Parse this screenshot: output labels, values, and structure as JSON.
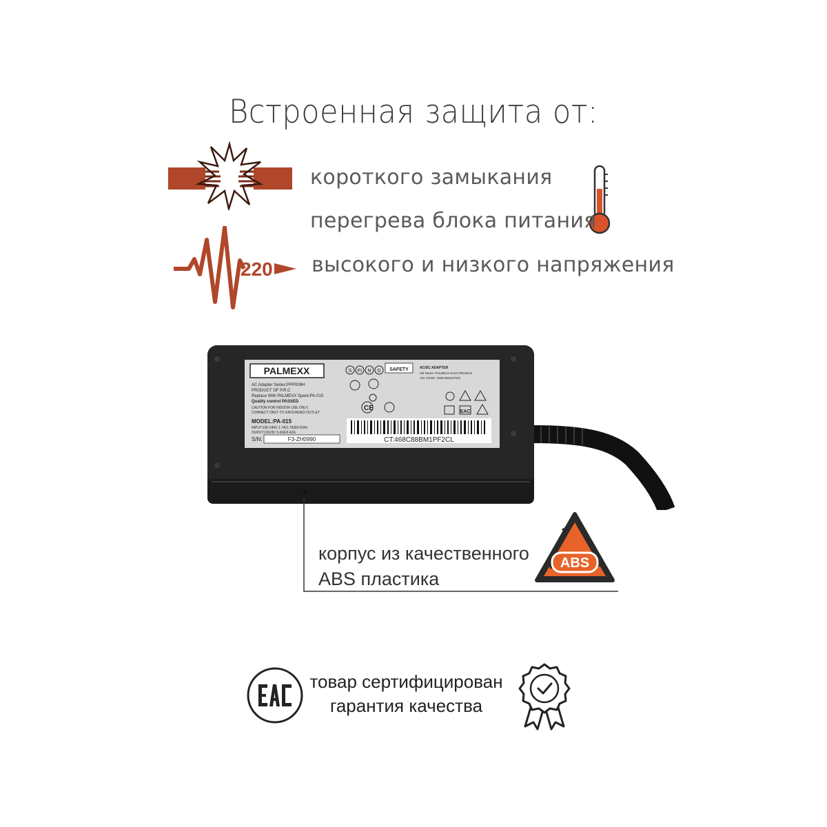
{
  "header": {
    "title": "Встроенная защита от:"
  },
  "features": [
    {
      "label": "короткого замыкания",
      "icon": "short-circuit-icon"
    },
    {
      "label": "перегрева блока питания",
      "icon": "thermometer-icon"
    },
    {
      "label": "высокого и низкого напряжения",
      "icon": "voltage-pulse-icon",
      "badge": "220"
    }
  ],
  "product": {
    "brand": "PALMEXX",
    "series": "AC Adapter Series:PPP009H",
    "origin": "PRODUCT OF P.R.C",
    "replace": "Replace With PALMEXX Spare:PA-015",
    "qc": "Quality control PASSED",
    "caution1": "CAUTION FOR INDOOR USE ONLY,",
    "caution2": "CONNECT ONLY TO GROUNDED OUTLET",
    "model": "MODEL:PA-015",
    "input": "INPUT:100-240V 1.7A(1.7A)50-60Hz",
    "output": "OUPUT:19V/3V 3.42A/3.42A",
    "sn_label": "S/N:",
    "sn": "F3-ZH0990",
    "ct": "CT:468C88BM1PF2CL",
    "adapter_title": "AC/DC ADAPTER",
    "mfr": "Mfr Name: PALMEXX ELECTRONICS",
    "service": "A/S Center: 1588-5551(0753)",
    "safety": "SAFETY"
  },
  "material": {
    "caption_line1": "корпус из качественного",
    "caption_line2": "ABS пластика",
    "badge": "ABS"
  },
  "certification": {
    "line1": "товар сертифицирован",
    "line2": "гарантия качества",
    "eac": "EAC"
  },
  "colors": {
    "accent": "#b0472a",
    "orange": "#e8632a",
    "text": "#5a5a5a",
    "dark": "#222222"
  }
}
